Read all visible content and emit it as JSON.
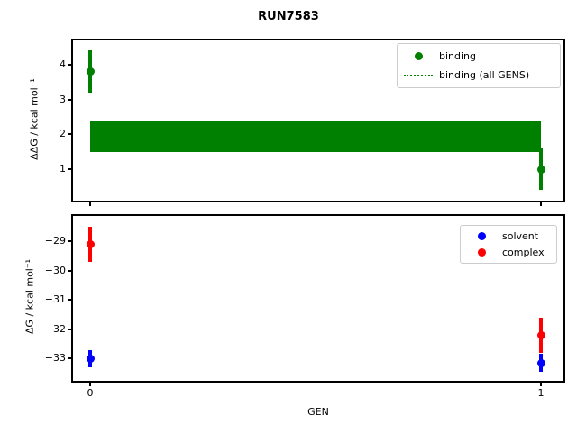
{
  "figure": {
    "title": "RUN7583",
    "background": "#ffffff"
  },
  "chart_data": [
    {
      "type": "scatter",
      "panel": "top",
      "title": "",
      "ylabel": "ΔΔG / kcal mol⁻¹",
      "xlabel": "",
      "xlim": [
        -0.038,
        1.05
      ],
      "ylim": [
        0.1,
        4.69
      ],
      "grid": false,
      "yticks": {
        "values": [
          4,
          3,
          2,
          1
        ],
        "labels": [
          "4",
          "3",
          "2",
          "1"
        ]
      },
      "xticks": {
        "values": [
          0,
          1
        ],
        "labels": [
          "",
          ""
        ]
      },
      "series": [
        {
          "name": "binding",
          "color": "#008000",
          "marker": "circle",
          "x": [
            0,
            1
          ],
          "y": [
            3.8,
            1.0
          ],
          "yerr": [
            0.6,
            0.6
          ]
        }
      ],
      "band": {
        "name": "binding (all GENS)",
        "color": "#008000",
        "line_style": "dotted",
        "x_range": [
          0,
          1
        ],
        "y_low": 1.5,
        "y_high": 2.4,
        "y_center": 1.95
      },
      "legend": {
        "position": "upper right",
        "entries": [
          "binding",
          "binding (all GENS)"
        ]
      }
    },
    {
      "type": "scatter",
      "panel": "bottom",
      "title": "",
      "ylabel": "ΔG / kcal mol⁻¹",
      "xlabel": "GEN",
      "xlim": [
        -0.038,
        1.05
      ],
      "ylim": [
        -33.76,
        -28.13
      ],
      "grid": false,
      "yticks": {
        "values": [
          -29,
          -30,
          -31,
          -32,
          -33
        ],
        "labels": [
          "−29",
          "−30",
          "−31",
          "−32",
          "−33"
        ]
      },
      "xticks": {
        "values": [
          0,
          1
        ],
        "labels": [
          "0",
          "1"
        ]
      },
      "series": [
        {
          "name": "solvent",
          "color": "#0000ff",
          "marker": "circle",
          "x": [
            0,
            1
          ],
          "y": [
            -33.0,
            -33.15
          ],
          "yerr": [
            0.3,
            0.3
          ]
        },
        {
          "name": "complex",
          "color": "#ff0000",
          "marker": "circle",
          "x": [
            0,
            1
          ],
          "y": [
            -29.1,
            -32.2
          ],
          "yerr": [
            0.6,
            0.6
          ]
        }
      ],
      "legend": {
        "position": "upper right",
        "entries": [
          "solvent",
          "complex"
        ]
      }
    }
  ]
}
